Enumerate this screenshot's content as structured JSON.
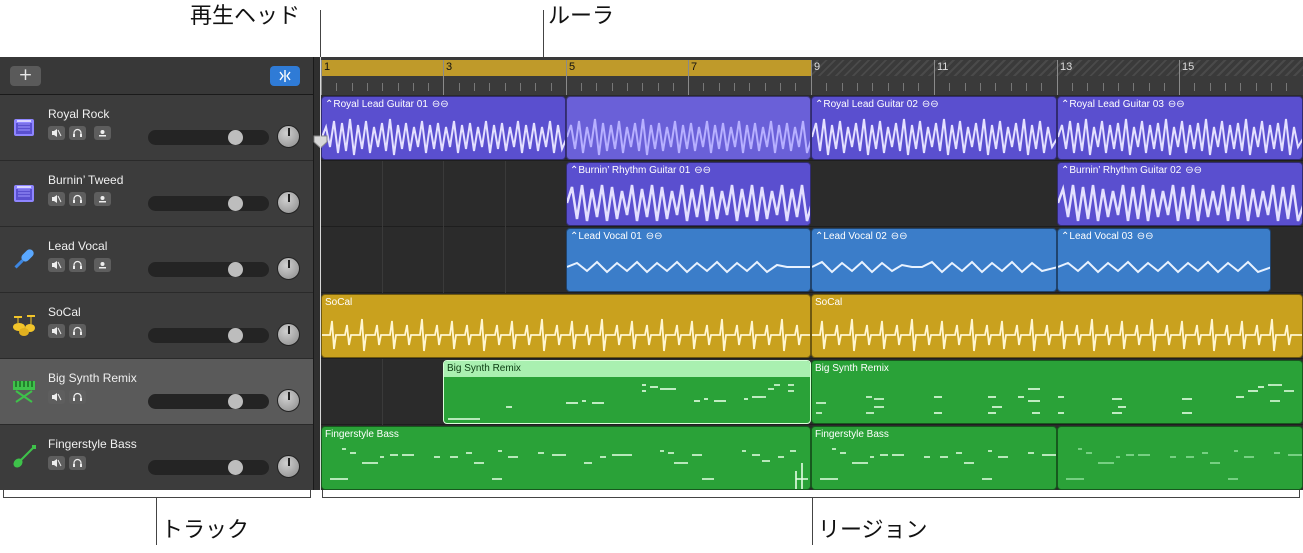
{
  "callouts": {
    "playhead": "再生ヘッド",
    "ruler": "ルーラ",
    "tracks": "トラック",
    "regions": "リージョン"
  },
  "toolbar": {
    "add_track_label": "+",
    "smart_controls_icon": "smart-controls-icon"
  },
  "ruler": {
    "bar_numbers": [
      "1",
      "3",
      "5",
      "7",
      "9",
      "11",
      "13",
      "15"
    ],
    "cycle_color": "#bf9a2a"
  },
  "tracks": [
    {
      "name": "Royal Rock",
      "icon": "amp-icon",
      "has_record": true
    },
    {
      "name": "Burnin’ Tweed",
      "icon": "amp-icon",
      "has_record": true
    },
    {
      "name": "Lead Vocal",
      "icon": "microphone-icon",
      "has_record": true
    },
    {
      "name": "SoCal",
      "icon": "drum-kit-icon",
      "has_record": false
    },
    {
      "name": "Big Synth Remix",
      "icon": "keyboard-icon",
      "has_record": false,
      "selected": true
    },
    {
      "name": "Fingerstyle Bass",
      "icon": "bass-guitar-icon",
      "has_record": false
    }
  ],
  "regions": {
    "royal_lead_guitar_01": "Royal Lead Guitar 01",
    "royal_lead_guitar_02": "Royal Lead Guitar 02",
    "royal_lead_guitar_03": "Royal Lead Guitar 03",
    "burnin_rhythm_guitar_01": "Burnin’ Rhythm Guitar 01",
    "burnin_rhythm_guitar_02": "Burnin’ Rhythm Guitar 02",
    "lead_vocal_01": "Lead Vocal 01",
    "lead_vocal_02": "Lead Vocal 02",
    "lead_vocal_03": "Lead Vocal 03",
    "socal_1": "SoCal",
    "socal_2": "SoCal",
    "big_synth_remix_1": "Big Synth Remix",
    "big_synth_remix_2": "Big Synth Remix",
    "fingerstyle_bass_1": "Fingerstyle Bass",
    "fingerstyle_bass_2": "Fingerstyle Bass"
  },
  "colors": {
    "guitar_region": "#5a4fcf",
    "vocal_region": "#3b7dc9",
    "drum_region": "#c9a11e",
    "synth_region": "#2aa238",
    "synth_region_selected_header": "#a9f0b0",
    "background": "#252525"
  }
}
